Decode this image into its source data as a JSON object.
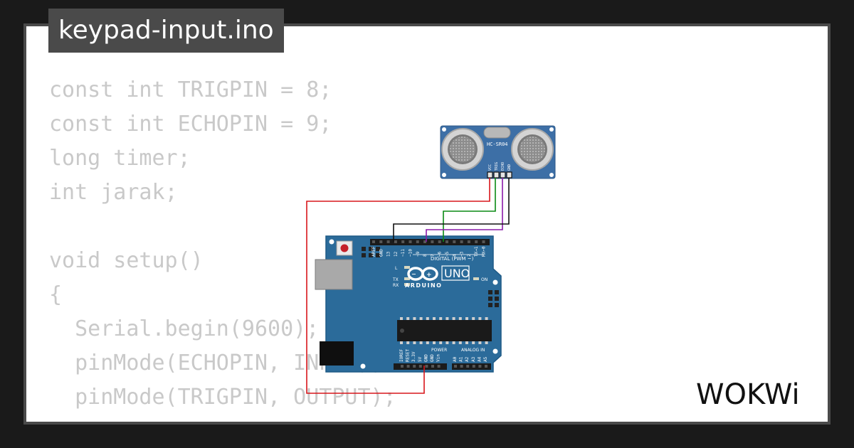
{
  "title": "keypad-input.ino",
  "code_lines": [
    "const int TRIGPIN = 8;",
    "const int ECHOPIN = 9;",
    "long timer;",
    "int jarak;",
    "",
    "void setup()",
    "{",
    "  Serial.begin(9600);",
    "  pinMode(ECHOPIN, INPUT);",
    "  pinMode(TRIGPIN, OUTPUT);",
    "}"
  ],
  "sensor": {
    "model": "HC-SR04",
    "pins": [
      "VCC",
      "TRIG",
      "ECHO",
      "GND"
    ]
  },
  "board": {
    "brand": "ARDUINO",
    "model": "UNO",
    "digital_label": "DIGITAL (PWM ~)",
    "digital_pins": [
      "AREF",
      "GND",
      "13",
      "12",
      "~11",
      "~10",
      "~9",
      "8",
      "7",
      "~6",
      "~5",
      "4",
      "~3",
      "2",
      "TX→1",
      "RX←0"
    ],
    "power_label": "POWER",
    "power_pins": [
      "IOREF",
      "RESET",
      "3.3V",
      "5V",
      "GND",
      "GND",
      "Vin"
    ],
    "analog_label": "ANALOG IN",
    "analog_pins": [
      "A0",
      "A1",
      "A2",
      "A3",
      "A4",
      "A5"
    ],
    "led_l": "L",
    "led_tx": "TX",
    "led_rx": "RX",
    "on_label": "ON"
  },
  "logo": "WOKWi",
  "colors": {
    "background": "#1a1a1a",
    "panel": "#ffffff",
    "tab": "#4a4a4a",
    "code_text": "#c9c9c9",
    "board_blue": "#2b6b9a",
    "sensor_blue": "#3d6fa6",
    "wire_red": "#d8161b",
    "wire_green": "#0a8a14",
    "wire_purple": "#8a1aa8",
    "wire_black": "#111111"
  }
}
